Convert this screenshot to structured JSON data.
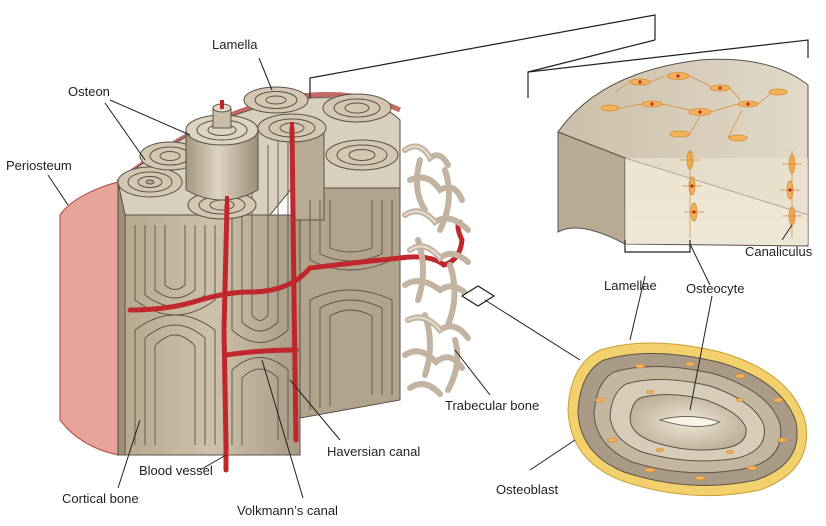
{
  "labels": {
    "lamella": "Lamella",
    "osteon": "Osteon",
    "periosteum": "Periosteum",
    "canaliculus": "Canaliculus",
    "lamellae": "Lamellae",
    "osteocyte": "Osteocyte",
    "trabecular_bone": "Trabecular bone",
    "haversian_canal": "Haversian canal",
    "blood_vessel": "Blood vessel",
    "cortical_bone": "Cortical bone",
    "volkmanns_canal": "Volkmann’s canal",
    "osteoblast": "Osteoblast"
  },
  "colors": {
    "bone_face": "#cbbfa9",
    "bone_dark": "#a89a84",
    "bone_top": "#d9cfbd",
    "periosteum": "#e8a39a",
    "periosteum_edge": "#b55a55",
    "vessel": "#c0272d",
    "trabecular": "#c9bbaa",
    "osteocyte": "#f3b25a",
    "osteoblast": "#f2d06b",
    "line": "#231f20"
  }
}
